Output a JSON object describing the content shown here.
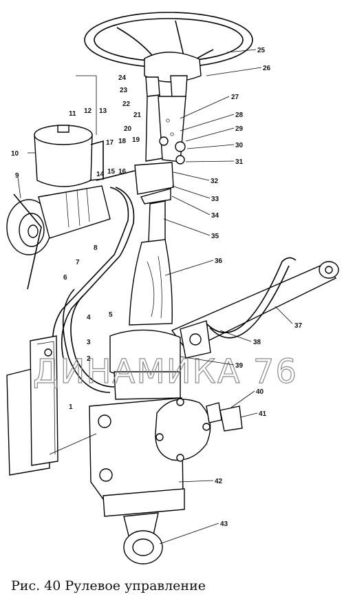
{
  "caption": "Рис. 40 Рулевое управление",
  "watermark": "ДИНАМИКА 76",
  "callouts": [
    {
      "id": "l1",
      "text": "1"
    },
    {
      "id": "l2",
      "text": "2"
    },
    {
      "id": "l3",
      "text": "3"
    },
    {
      "id": "l4",
      "text": "4"
    },
    {
      "id": "l5",
      "text": "5"
    },
    {
      "id": "l6",
      "text": "6"
    },
    {
      "id": "l7",
      "text": "7"
    },
    {
      "id": "l8",
      "text": "8"
    },
    {
      "id": "l9",
      "text": "9"
    },
    {
      "id": "l10",
      "text": "10"
    },
    {
      "id": "l11",
      "text": "11"
    },
    {
      "id": "l12",
      "text": "12"
    },
    {
      "id": "l13",
      "text": "13"
    },
    {
      "id": "l14",
      "text": "14"
    },
    {
      "id": "l15",
      "text": "15"
    },
    {
      "id": "l16",
      "text": "16"
    },
    {
      "id": "l17",
      "text": "17"
    },
    {
      "id": "l18",
      "text": "18"
    },
    {
      "id": "l19",
      "text": "19"
    },
    {
      "id": "l20",
      "text": "20"
    },
    {
      "id": "l21",
      "text": "21"
    },
    {
      "id": "l22",
      "text": "22"
    },
    {
      "id": "l23",
      "text": "23"
    },
    {
      "id": "l24",
      "text": "24"
    },
    {
      "id": "l25",
      "text": "25"
    },
    {
      "id": "l26",
      "text": "26"
    },
    {
      "id": "l27",
      "text": "27"
    },
    {
      "id": "l28",
      "text": "28"
    },
    {
      "id": "l29",
      "text": "29"
    },
    {
      "id": "l30",
      "text": "30"
    },
    {
      "id": "l31",
      "text": "31"
    },
    {
      "id": "l32",
      "text": "32"
    },
    {
      "id": "l33",
      "text": "33"
    },
    {
      "id": "l34",
      "text": "34"
    },
    {
      "id": "l35",
      "text": "35"
    },
    {
      "id": "l36",
      "text": "36"
    },
    {
      "id": "l37",
      "text": "37"
    },
    {
      "id": "l38",
      "text": "38"
    },
    {
      "id": "l39",
      "text": "39"
    },
    {
      "id": "l40",
      "text": "40"
    },
    {
      "id": "l41",
      "text": "41"
    },
    {
      "id": "l42",
      "text": "42"
    },
    {
      "id": "l43",
      "text": "43"
    }
  ]
}
